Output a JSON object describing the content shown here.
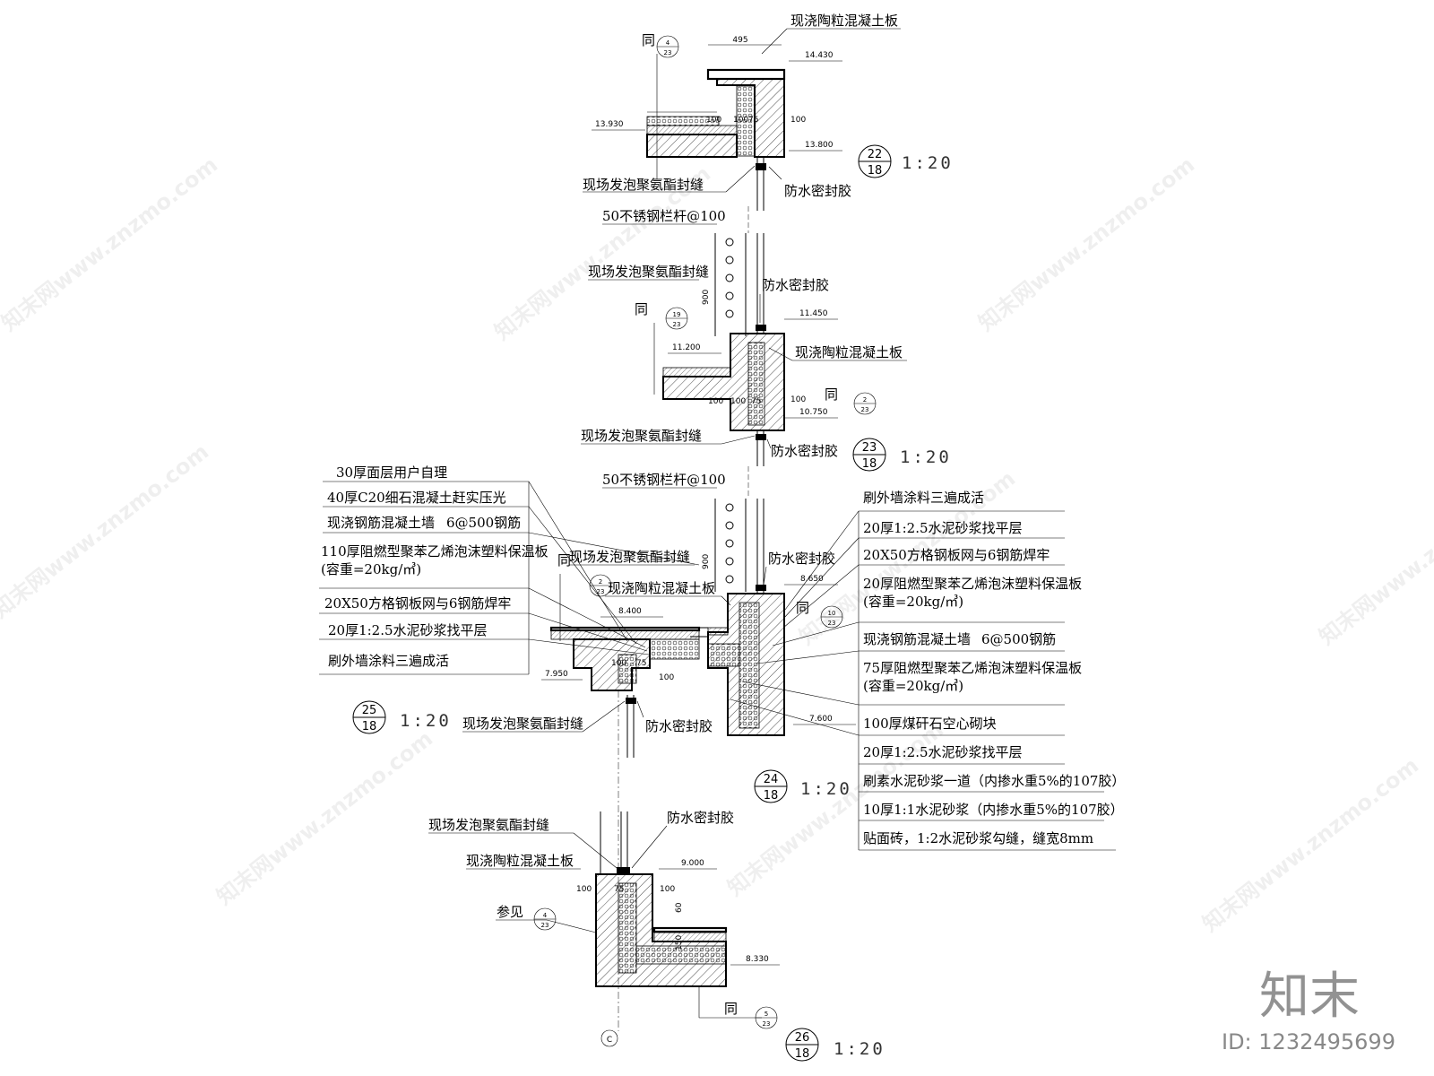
{
  "watermarks": {
    "site_text": "知末网www.znzmo.com",
    "brand": "知末",
    "id_label": "ID: 1232495699"
  },
  "detail_22": {
    "title_top": "现浇陶粒混凝土板",
    "ref_same": "同",
    "ref_num": "4",
    "ref_sheet": "23",
    "dim_495": "495",
    "elev_top": "14.430",
    "elev_left": "13.930",
    "elev_right": "13.800",
    "dim_100a": "100",
    "dim_100b": "100",
    "dim_75": "75",
    "dim_100c": "100",
    "label_foam": "现场发泡聚氨酯封缝",
    "label_sealant": "防水密封胶",
    "label_rail": "50不锈钢栏杆@100",
    "detail_num": "22",
    "detail_sheet": "18",
    "scale": "1:20"
  },
  "detail_23": {
    "label_foam_top": "现场发泡聚氨酯封缝",
    "label_sealant_top": "防水密封胶",
    "dim_900": "900",
    "ref_same": "同",
    "ref_num": "19",
    "ref_sheet": "23",
    "elev_top": "11.450",
    "elev_left": "11.200",
    "elev_right": "10.750",
    "label_slab": "现浇陶粒混凝土板",
    "dim_100a": "100",
    "dim_100b": "100",
    "dim_75": "75",
    "dim_100c": "100",
    "ref2_same": "同",
    "ref2_num": "2",
    "ref2_sheet": "23",
    "label_foam": "现场发泡聚氨酯封缝",
    "label_sealant": "防水密封胶",
    "label_rail": "50不锈钢栏杆@100",
    "detail_num": "23",
    "detail_sheet": "18",
    "scale": "1:20"
  },
  "detail_25": {
    "layers": [
      "30厚面层用户自理",
      "40厚C20细石混凝土赶实压光",
      "现浇钢筋混凝土墙",
      "110厚阻燃型聚苯乙烯泡沫塑料保温板",
      "(容重=20kg/㎥)",
      "20X50方格钢板网与6钢筋焊牢",
      "20厚1:2.5水泥砂浆找平层",
      "刷外墙涂料三遍成活"
    ],
    "layer_suffix": "6@500钢筋",
    "ref_same": "同",
    "ref_num": "2",
    "ref_sheet": "23",
    "label_foam_top": "现场发泡聚氨酯封缝",
    "label_slab": "现浇陶粒混凝土板",
    "elev_a": "8.400",
    "elev_b": "7.950",
    "dim_100a": "100",
    "dim_75": "75",
    "dim_100b": "100",
    "label_foam": "现场发泡聚氨酯封缝",
    "label_sealant": "防水密封胶",
    "detail_num": "25",
    "detail_sheet": "18",
    "scale": "1:20"
  },
  "detail_24": {
    "label_sealant_top": "防水密封胶",
    "dim_900": "900",
    "elev_top": "8.650",
    "elev_bottom": "7.600",
    "ref_same": "同",
    "ref_num": "10",
    "ref_sheet": "23",
    "layers": [
      "刷外墙涂料三遍成活",
      "20厚1:2.5水泥砂浆找平层",
      "20X50方格钢板网与6钢筋焊牢",
      "20厚阻燃型聚苯乙烯泡沫塑料保温板",
      "(容重=20kg/㎥)",
      "现浇钢筋混凝土墙",
      "75厚阻燃型聚苯乙烯泡沫塑料保温板",
      "(容重=20kg/㎥)",
      "100厚煤矸石空心砌块",
      "20厚1:2.5水泥砂浆找平层",
      "刷素水泥砂浆一道（内掺水重5%的107胶）",
      "10厚1:1水泥砂浆（内掺水重5%的107胶）",
      "贴面砖，1:2水泥砂浆勾缝，缝宽8mm"
    ],
    "layer_suffix": "6@500钢筋",
    "detail_num": "24",
    "detail_sheet": "18",
    "scale": "1:20"
  },
  "detail_26": {
    "label_foam": "现场发泡聚氨酯封缝",
    "label_sealant": "防水密封胶",
    "label_slab": "现浇陶粒混凝土板",
    "elev_top": "9.000",
    "elev_bottom": "8.330",
    "dim_100a": "100",
    "dim_100b": "100",
    "dim_75": "75",
    "dim_60": "60",
    "dim_150": "150",
    "ref_see": "参见",
    "ref_num": "4",
    "ref_sheet": "23",
    "ref2_same": "同",
    "ref2_num": "5",
    "ref2_sheet": "23",
    "axis": "C",
    "detail_num": "26",
    "detail_sheet": "18",
    "scale": "1:20"
  }
}
